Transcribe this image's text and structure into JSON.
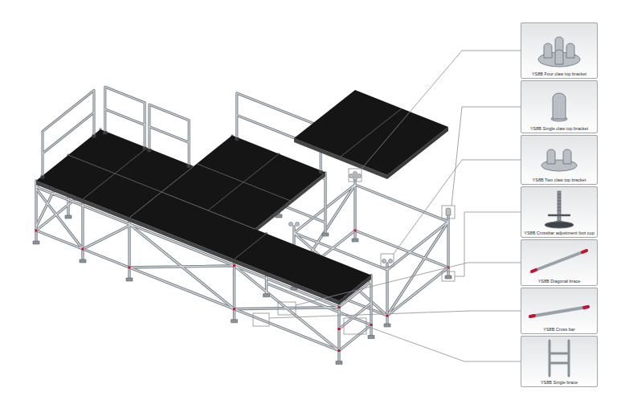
{
  "diagram": {
    "nodes": [
      {
        "text": [
          "YS8B Four claw top bracket"
        ]
      },
      {
        "text": [
          "YS8B Single claw top bracket"
        ]
      },
      {
        "text": [
          "YS8B Two claw top bracket"
        ]
      },
      {
        "text": [
          "YS8B Crossbar adjustment foot cup"
        ]
      },
      {
        "text": [
          "YS8B Diagonal brace"
        ]
      },
      {
        "text": [
          "YS8B Cross bar"
        ]
      },
      {
        "text": [
          "YS8B Single brace"
        ]
      }
    ]
  }
}
